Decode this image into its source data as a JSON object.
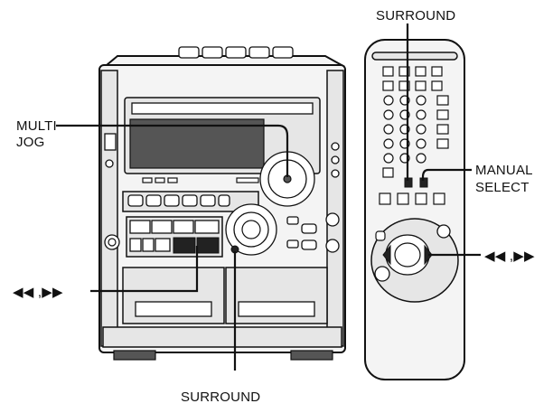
{
  "labels": {
    "surround_top": "SURROUND",
    "multi": "MULTI",
    "jog": "JOG",
    "manual": "MANUAL",
    "select": "SELECT",
    "skip_left": "◀◀ ,▶▶",
    "skip_right": "◀◀ ,▶▶",
    "surround_bottom": "SURROUND"
  }
}
